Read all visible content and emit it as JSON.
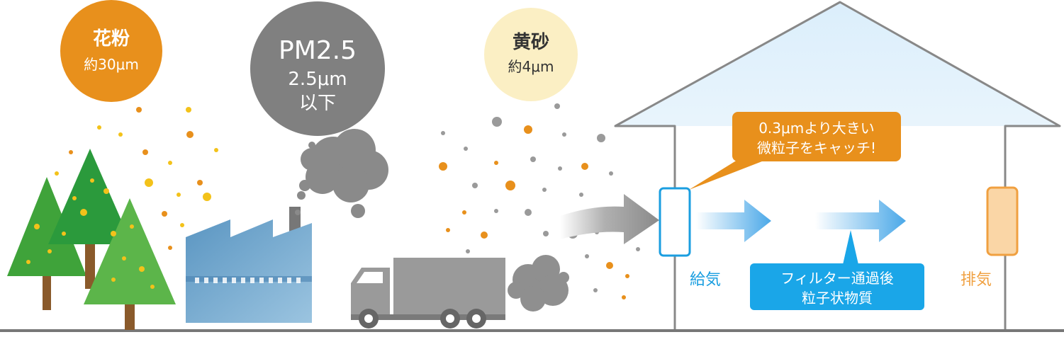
{
  "pollen": {
    "title": "花粉",
    "size": "約30μm",
    "color": "#e8901c"
  },
  "pm25": {
    "title": "PM2.5",
    "size": "2.5μm",
    "note": "以下",
    "color": "#808080"
  },
  "dust": {
    "title": "黄砂",
    "size": "約4μm",
    "color": "#fbefc4"
  },
  "callout": {
    "line1": "0.3μmより大きい",
    "line2": "微粒子をキャッチ!",
    "color": "#e8901c"
  },
  "intake": {
    "label": "給気",
    "color": "#1a9ee0"
  },
  "filtered": {
    "line1": "フィルター通過後",
    "line2": "粒子状物質",
    "color": "#1aa6e8"
  },
  "exhaust": {
    "label": "排気",
    "color": "#f0a040"
  },
  "icons": [
    "tree-icon",
    "factory-icon",
    "truck-icon",
    "smoke-cloud-icon",
    "house-icon",
    "filter-icon",
    "arrow-icon"
  ]
}
